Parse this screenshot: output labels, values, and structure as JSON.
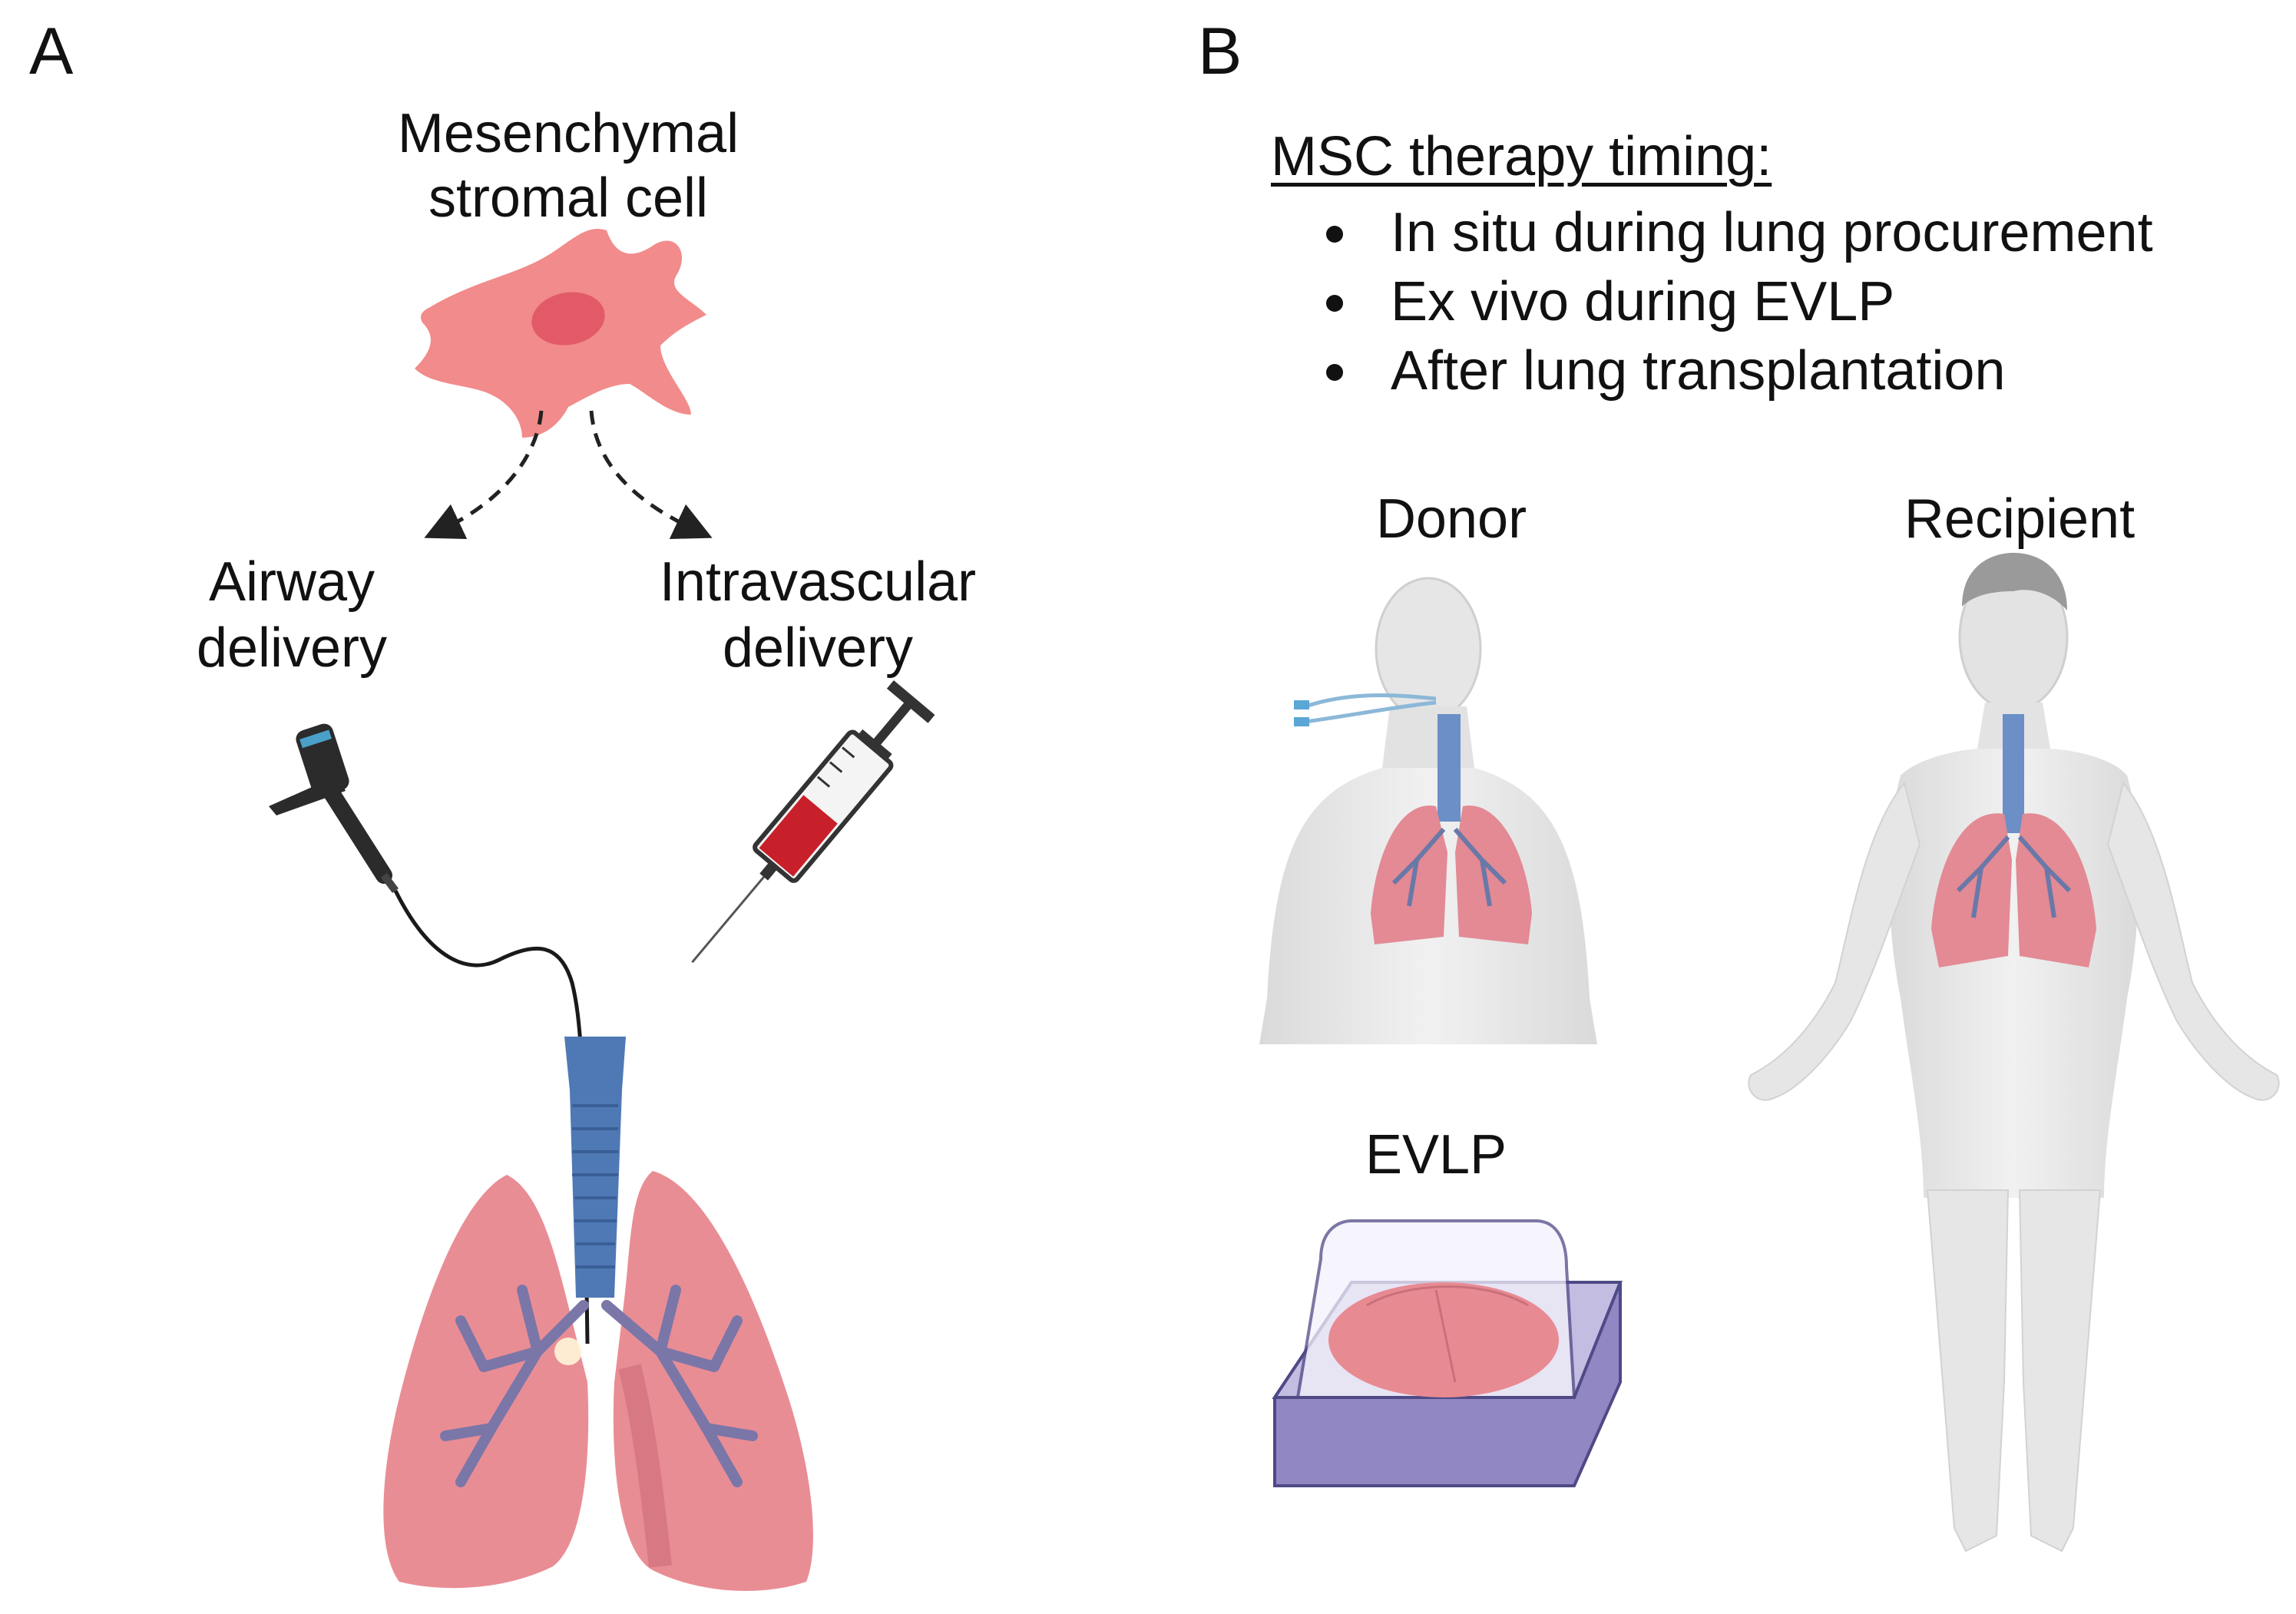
{
  "panel_a": {
    "letter": "A",
    "cell_label_line1": "Mesenchymal",
    "cell_label_line2": "stromal cell",
    "airway_label_line1": "Airway",
    "airway_label_line2": "delivery",
    "intravascular_label_line1": "Intravascular",
    "intravascular_label_line2": "delivery"
  },
  "panel_b": {
    "letter": "B",
    "timing_heading": "MSC therapy timing:",
    "timing_items": [
      "In situ during lung procurement",
      "Ex vivo during EVLP",
      "After lung transplantation"
    ],
    "donor_label": "Donor",
    "recipient_label": "Recipient",
    "evlp_label": "EVLP"
  },
  "colors": {
    "cell": "#f08a8a",
    "lung": "#e88a92",
    "airway": "#4f79b5",
    "bronchi": "#7a76a8",
    "body": "#e9e9e9",
    "evlp_box": "#8f86c2"
  }
}
